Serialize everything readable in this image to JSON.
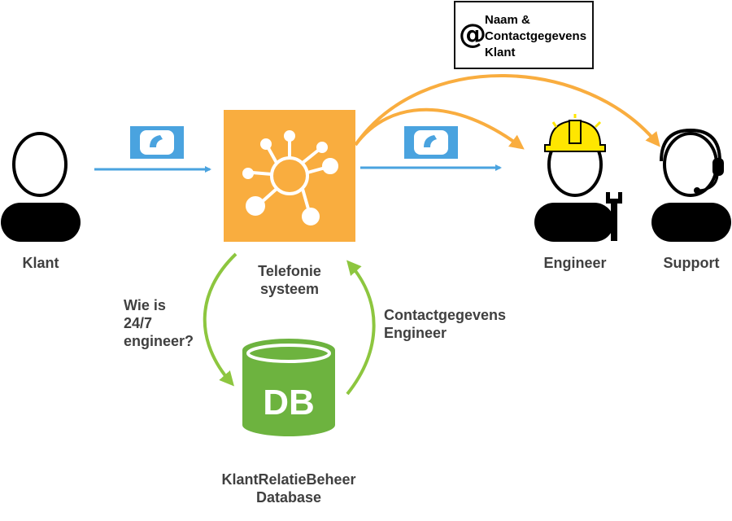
{
  "actors": {
    "klant": "Klant",
    "engineer": "Engineer",
    "support": "Support"
  },
  "hub": {
    "label": "Telefonie\nsysteem",
    "color": "#f9ad3f",
    "icon": "network-hub-icon"
  },
  "database": {
    "text": "DB",
    "label": "KlantRelatieBeheer\nDatabase",
    "color": "#6db33f"
  },
  "flows": {
    "query": "Wie is\n24/7\nengineer?",
    "response": "Contactgegevens\nEngineer"
  },
  "note": {
    "symbol": "@",
    "text": "Naam &\nContactgegevens\nKlant"
  },
  "colors": {
    "phone_badge": "#4aa3df",
    "arrow_blue": "#4aa3df",
    "arrow_orange": "#f9ad3f",
    "arrow_green": "#8dc63f",
    "helmet": "#ffe600",
    "label_text": "#404040"
  }
}
